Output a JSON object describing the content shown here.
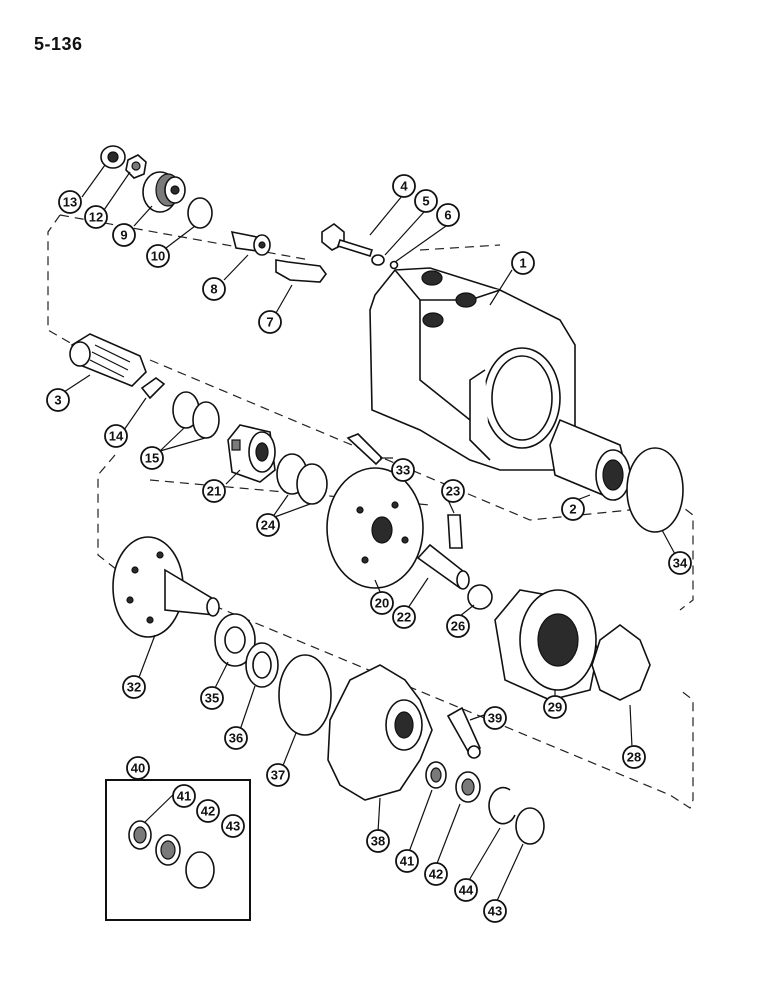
{
  "page_number": "5-136",
  "callouts": [
    {
      "id": "c1",
      "label": "1"
    },
    {
      "id": "c2",
      "label": "2"
    },
    {
      "id": "c3",
      "label": "3"
    },
    {
      "id": "c4",
      "label": "4"
    },
    {
      "id": "c5",
      "label": "5"
    },
    {
      "id": "c6",
      "label": "6"
    },
    {
      "id": "c7",
      "label": "7"
    },
    {
      "id": "c8",
      "label": "8"
    },
    {
      "id": "c9",
      "label": "9"
    },
    {
      "id": "c10",
      "label": "10"
    },
    {
      "id": "c12",
      "label": "12"
    },
    {
      "id": "c13",
      "label": "13"
    },
    {
      "id": "c14",
      "label": "14"
    },
    {
      "id": "c15",
      "label": "15"
    },
    {
      "id": "c20",
      "label": "20"
    },
    {
      "id": "c21",
      "label": "21"
    },
    {
      "id": "c22",
      "label": "22"
    },
    {
      "id": "c23",
      "label": "23"
    },
    {
      "id": "c24",
      "label": "24"
    },
    {
      "id": "c26",
      "label": "26"
    },
    {
      "id": "c28",
      "label": "28"
    },
    {
      "id": "c29",
      "label": "29"
    },
    {
      "id": "c32",
      "label": "32"
    },
    {
      "id": "c33",
      "label": "33"
    },
    {
      "id": "c34",
      "label": "34"
    },
    {
      "id": "c35",
      "label": "35"
    },
    {
      "id": "c36",
      "label": "36"
    },
    {
      "id": "c37",
      "label": "37"
    },
    {
      "id": "c38",
      "label": "38"
    },
    {
      "id": "c39",
      "label": "39"
    },
    {
      "id": "c40",
      "label": "40"
    },
    {
      "id": "c41a",
      "label": "41"
    },
    {
      "id": "c42a",
      "label": "42"
    },
    {
      "id": "c43a",
      "label": "43"
    },
    {
      "id": "c41b",
      "label": "41"
    },
    {
      "id": "c42b",
      "label": "42"
    },
    {
      "id": "c44",
      "label": "44"
    },
    {
      "id": "c43b",
      "label": "43"
    }
  ]
}
